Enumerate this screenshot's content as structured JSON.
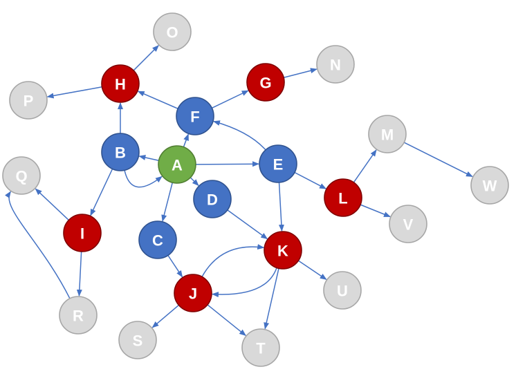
{
  "colors": {
    "blue": "#4472C4",
    "red": "#C00000",
    "green": "#70AD47",
    "gray": "#D9D9D9",
    "edge": "#4472C4",
    "text_light": "#FFFFFF",
    "text_gray_node": "#FFFFFF"
  },
  "nodes": [
    {
      "id": "A",
      "label": "A",
      "color": "green"
    },
    {
      "id": "B",
      "label": "B",
      "color": "blue"
    },
    {
      "id": "C",
      "label": "C",
      "color": "blue"
    },
    {
      "id": "D",
      "label": "D",
      "color": "blue"
    },
    {
      "id": "E",
      "label": "E",
      "color": "blue"
    },
    {
      "id": "F",
      "label": "F",
      "color": "blue"
    },
    {
      "id": "G",
      "label": "G",
      "color": "red"
    },
    {
      "id": "H",
      "label": "H",
      "color": "red"
    },
    {
      "id": "I",
      "label": "I",
      "color": "red"
    },
    {
      "id": "J",
      "label": "J",
      "color": "red"
    },
    {
      "id": "K",
      "label": "K",
      "color": "red"
    },
    {
      "id": "L",
      "label": "L",
      "color": "red"
    },
    {
      "id": "M",
      "label": "M",
      "color": "gray"
    },
    {
      "id": "N",
      "label": "N",
      "color": "gray"
    },
    {
      "id": "O",
      "label": "O",
      "color": "gray"
    },
    {
      "id": "P",
      "label": "P",
      "color": "gray"
    },
    {
      "id": "Q",
      "label": "Q",
      "color": "gray"
    },
    {
      "id": "R",
      "label": "R",
      "color": "gray"
    },
    {
      "id": "S",
      "label": "S",
      "color": "gray"
    },
    {
      "id": "T",
      "label": "T",
      "color": "gray"
    },
    {
      "id": "U",
      "label": "U",
      "color": "gray"
    },
    {
      "id": "V",
      "label": "V",
      "color": "gray"
    },
    {
      "id": "W",
      "label": "W",
      "color": "gray"
    }
  ],
  "edges": [
    {
      "from": "A",
      "to": "B"
    },
    {
      "from": "B",
      "to": "A"
    },
    {
      "from": "A",
      "to": "F"
    },
    {
      "from": "A",
      "to": "E"
    },
    {
      "from": "A",
      "to": "D"
    },
    {
      "from": "A",
      "to": "C"
    },
    {
      "from": "B",
      "to": "H"
    },
    {
      "from": "B",
      "to": "I"
    },
    {
      "from": "H",
      "to": "O"
    },
    {
      "from": "H",
      "to": "P"
    },
    {
      "from": "F",
      "to": "H"
    },
    {
      "from": "F",
      "to": "G"
    },
    {
      "from": "G",
      "to": "N"
    },
    {
      "from": "E",
      "to": "F"
    },
    {
      "from": "E",
      "to": "L"
    },
    {
      "from": "E",
      "to": "K"
    },
    {
      "from": "L",
      "to": "M"
    },
    {
      "from": "L",
      "to": "V"
    },
    {
      "from": "M",
      "to": "W"
    },
    {
      "from": "D",
      "to": "K"
    },
    {
      "from": "C",
      "to": "J"
    },
    {
      "from": "J",
      "to": "K"
    },
    {
      "from": "K",
      "to": "J"
    },
    {
      "from": "K",
      "to": "U"
    },
    {
      "from": "K",
      "to": "T"
    },
    {
      "from": "J",
      "to": "S"
    },
    {
      "from": "J",
      "to": "T"
    },
    {
      "from": "I",
      "to": "Q"
    },
    {
      "from": "I",
      "to": "R"
    },
    {
      "from": "R",
      "to": "Q"
    }
  ]
}
